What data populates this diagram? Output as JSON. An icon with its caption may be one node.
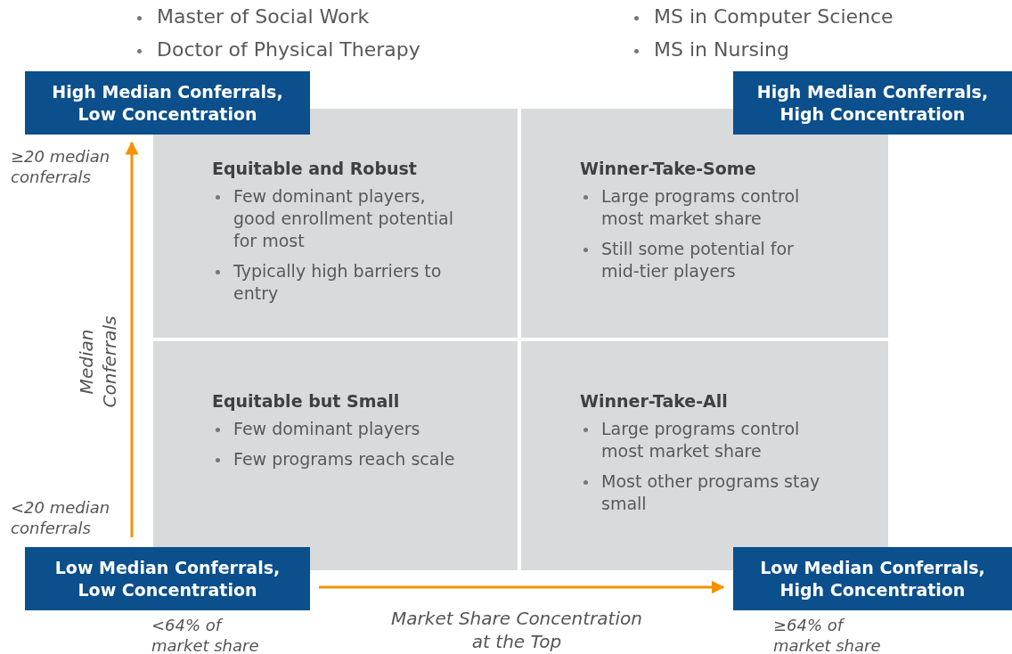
{
  "diagram": {
    "nodes": [
      {
        "text": [
          "High Median Conferrals, Low Concentration"
        ]
      },
      {
        "text": [
          "High Median Conferrals, High Concentration"
        ]
      },
      {
        "text": [
          "Equitable and Robust",
          "Few dominant players, good enrollment potential for most",
          "Typically high barriers to entry"
        ]
      },
      {
        "text": [
          "Winner-Take-Some",
          "Large programs control most market share",
          "Still some potential for mid-tier players"
        ]
      },
      {
        "text": [
          "Equitable but Small",
          "Few dominant players",
          "Few programs reach scale"
        ]
      },
      {
        "text": [
          "Winner-Take-All",
          "Large programs control most market share",
          "Most other programs stay small"
        ]
      },
      {
        "text": [
          "Low Median Conferrals, Low Concentration"
        ],
        "beside": [
          "<64% of market share"
        ]
      },
      {
        "text": [
          "Low Median Conferrals, High Concentration"
        ],
        "beside": [
          "≥64% of market share"
        ]
      }
    ],
    "labels": [
      "Master of Social Work",
      "Doctor of Physical Therapy",
      "MS in Computer Science",
      "MS in Nursing",
      "≥20 median conferrals",
      "Median Conferrals",
      "<20 median conferrals",
      "Market Share Concentration at the Top"
    ]
  }
}
